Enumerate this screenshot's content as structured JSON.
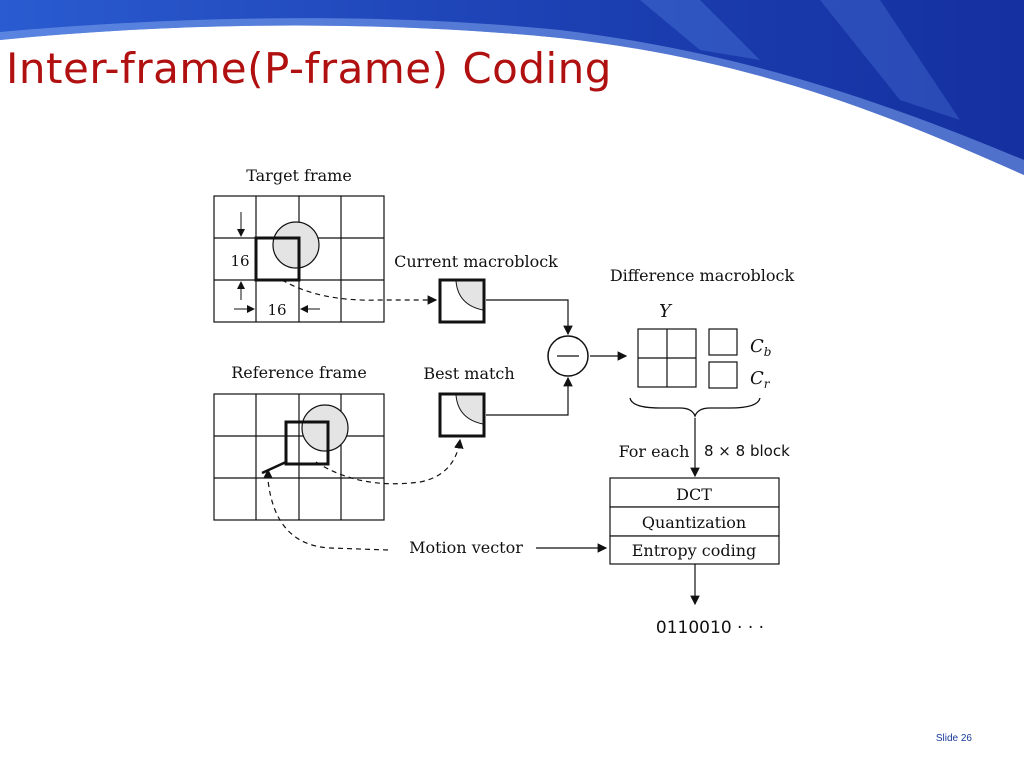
{
  "slide": {
    "title": "Inter-frame(P-frame) Coding",
    "number": "Slide 26",
    "colors": {
      "title": "#b01010",
      "banner_dark": "#1a3aa8",
      "banner_light": "#4a7fe0"
    }
  },
  "diagram": {
    "target_frame_label": "Target frame",
    "reference_frame_label": "Reference frame",
    "current_macroblock_label": "Current macroblock",
    "best_match_label": "Best match",
    "difference_macroblock_label": "Difference macroblock",
    "dim_vertical": "16",
    "dim_horizontal": "16",
    "y_label": "Y",
    "cb_label": "C",
    "cb_sub": "b",
    "cr_label": "C",
    "cr_sub": "r",
    "for_each_label": "For each",
    "block_label": "8 × 8 block",
    "pipeline": [
      "DCT",
      "Quantization",
      "Entropy coding"
    ],
    "motion_vector_label": "Motion vector",
    "output_bits": "0110010 · · ·"
  }
}
